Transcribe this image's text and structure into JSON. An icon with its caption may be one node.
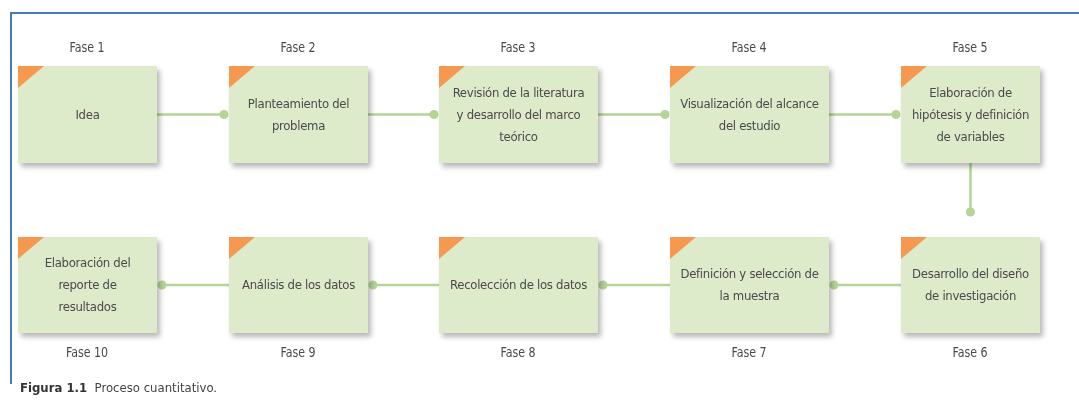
{
  "diagram": {
    "caption": "**Figura 1.1**  Proceso cuantitativo.",
    "nodes": [
      {
        "text": [
          "Fase 1",
          "Idea"
        ]
      },
      {
        "text": [
          "Fase 2",
          "Planteamiento del problema"
        ]
      },
      {
        "text": [
          "Fase 3",
          "Revisión de la literatura y desarrollo del marco teórico"
        ]
      },
      {
        "text": [
          "Fase 4",
          "Visualización del alcance del estudio"
        ]
      },
      {
        "text": [
          "Fase 5",
          "Elaboración de hipótesis y definición de variables"
        ]
      },
      {
        "text": [
          "Desarrollo del diseño de investigación",
          "Fase 6"
        ]
      },
      {
        "text": [
          "Definición y selección de la muestra",
          "Fase 7"
        ]
      },
      {
        "text": [
          "Recolección de los datos",
          "Fase 8"
        ]
      },
      {
        "text": [
          "Análisis de los datos",
          "Fase 9"
        ]
      },
      {
        "text": [
          "Elaboración del reporte de resultados",
          "Fase 10"
        ]
      }
    ],
    "edges": [
      {
        "from": 0,
        "to": 1,
        "arrow": "other"
      },
      {
        "from": 1,
        "to": 2,
        "arrow": "other"
      },
      {
        "from": 2,
        "to": 3,
        "arrow": "other"
      },
      {
        "from": 3,
        "to": 4,
        "arrow": "other"
      },
      {
        "from": 4,
        "to": 5,
        "arrow": "other"
      },
      {
        "from": 5,
        "to": 6,
        "arrow": "other"
      },
      {
        "from": 6,
        "to": 7,
        "arrow": "other"
      },
      {
        "from": 7,
        "to": 8,
        "arrow": "other"
      },
      {
        "from": 8,
        "to": 9,
        "arrow": "other"
      }
    ]
  }
}
